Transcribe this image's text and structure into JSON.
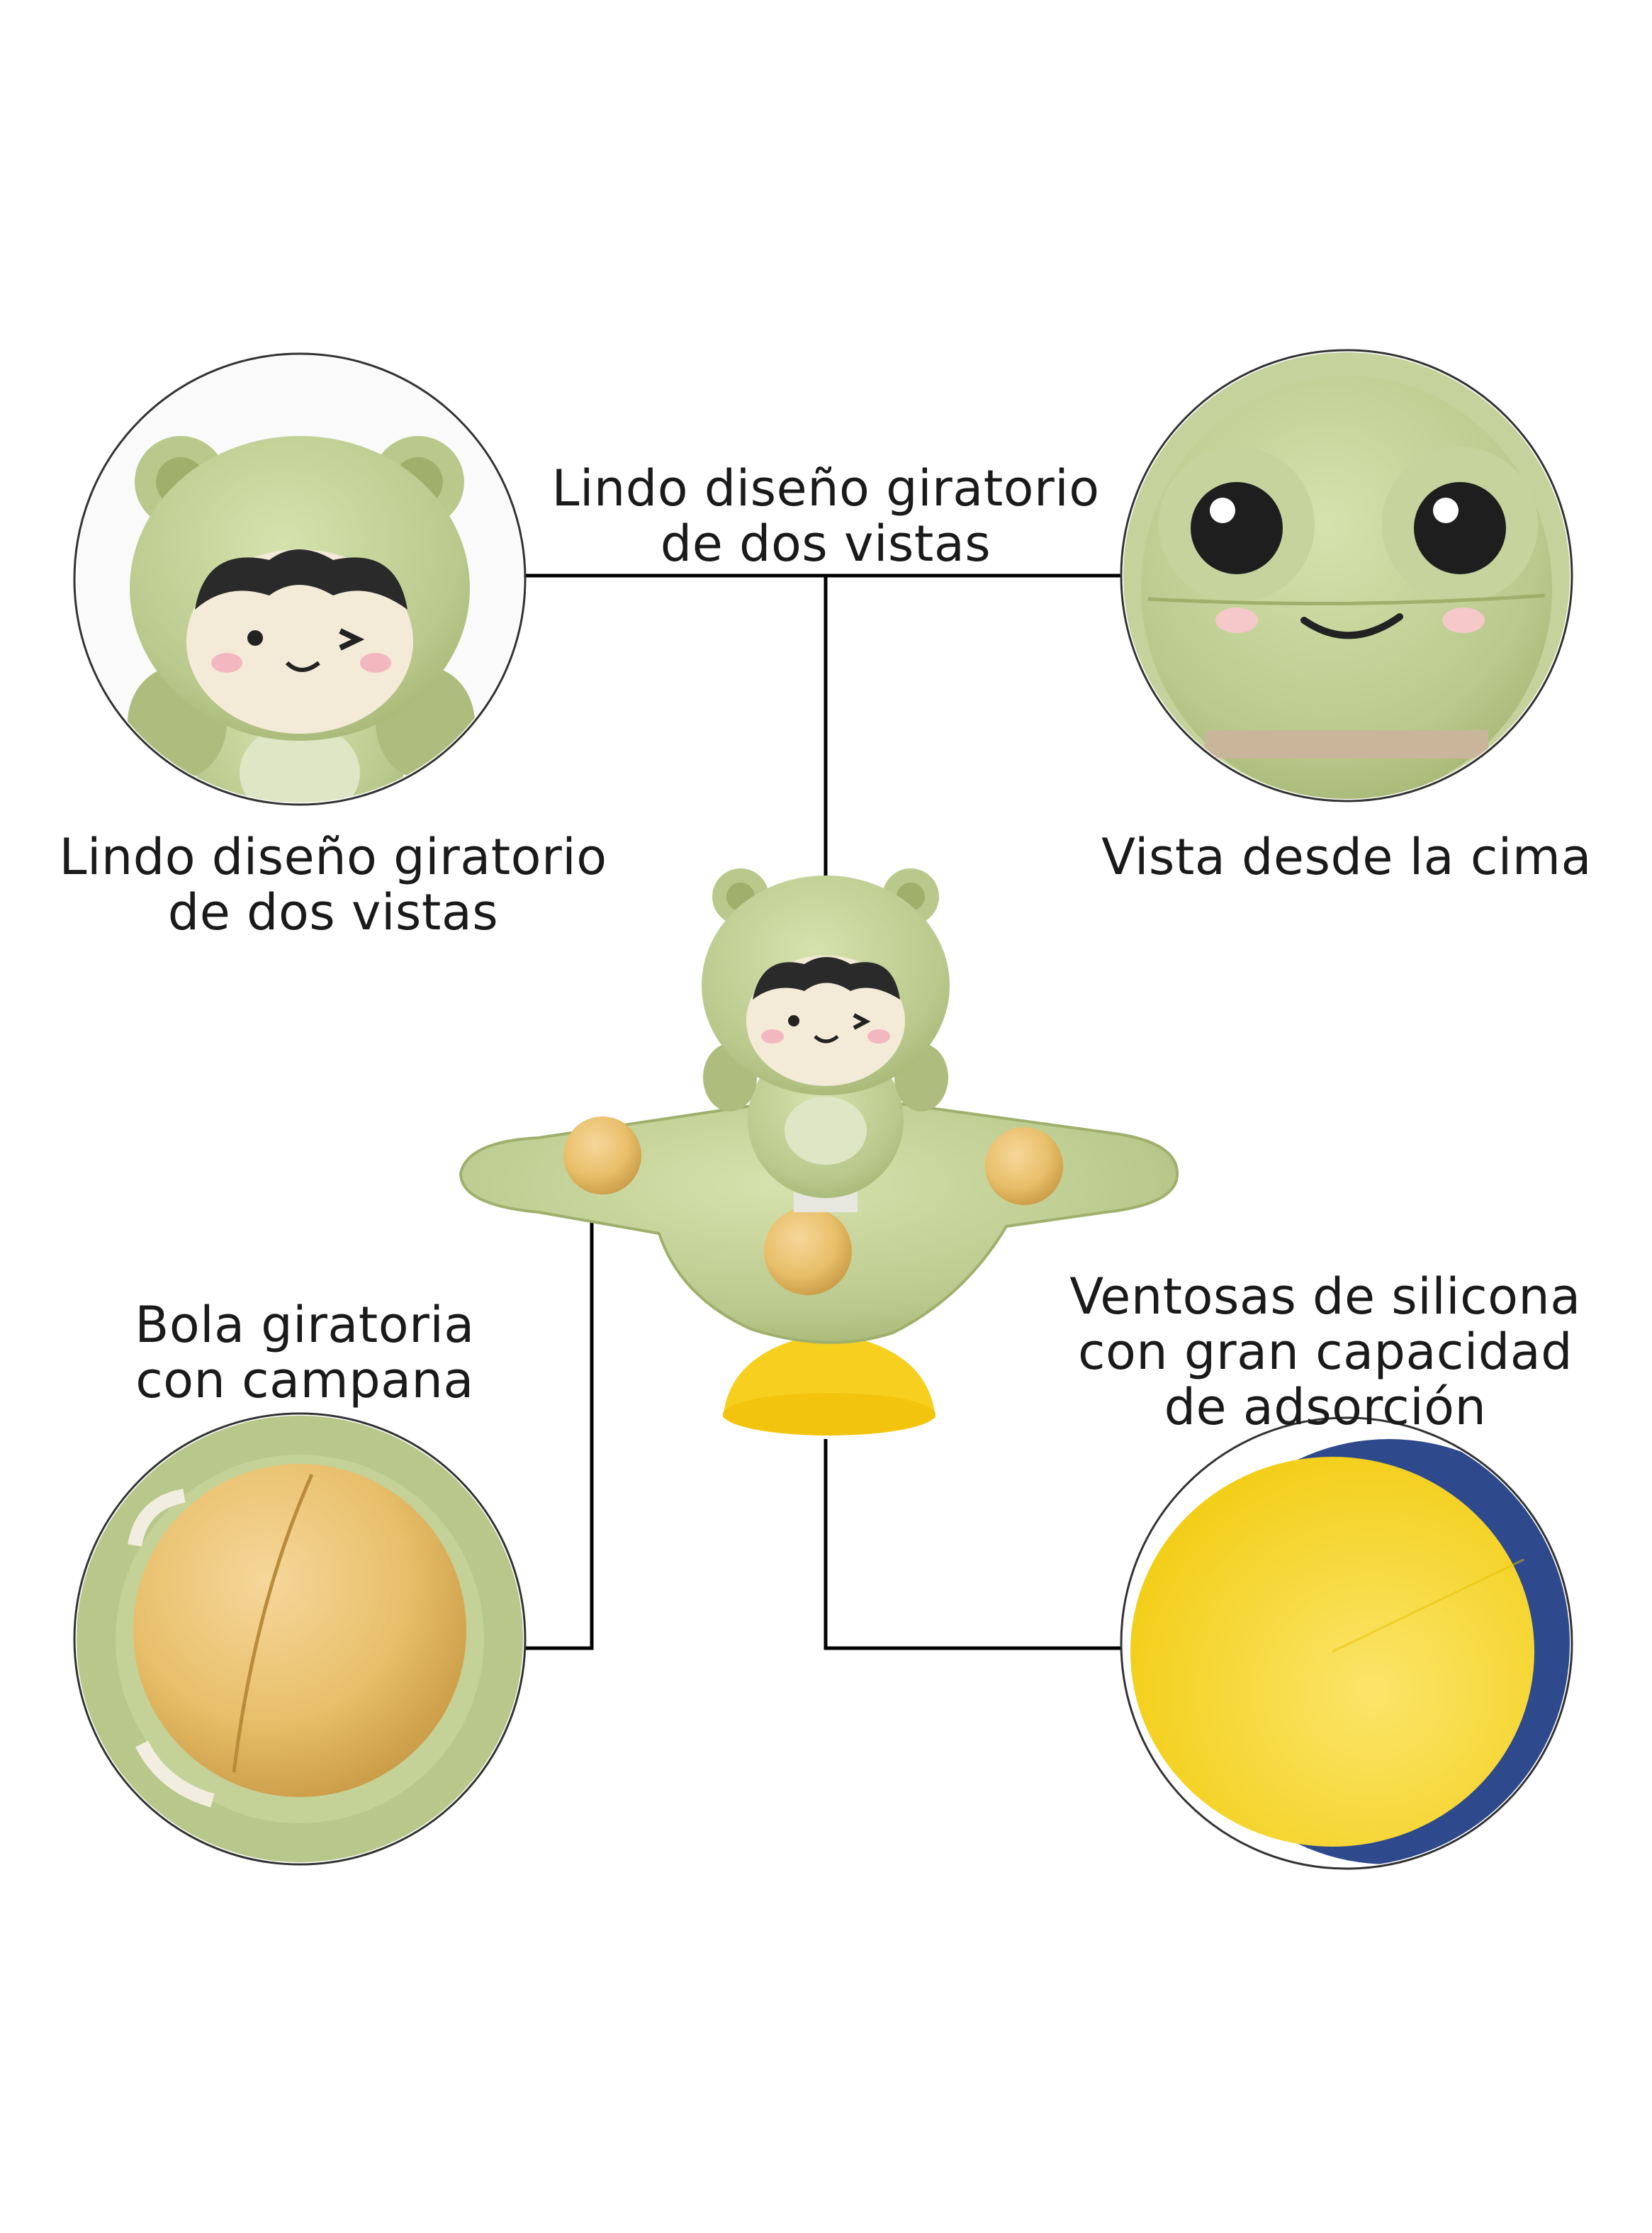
{
  "labels": {
    "top_center": {
      "line1": "Lindo diseño giratorio",
      "line2": "de dos vistas"
    },
    "left_upper": {
      "line1": "Lindo diseño giratorio",
      "line2": "de dos vistas"
    },
    "right_upper": {
      "line1": "Vista desde la cima"
    },
    "left_lower": {
      "line1": "Bola giratoria",
      "line2": "con campana"
    },
    "right_lower": {
      "line1": "Ventosas de silicona",
      "line2": "con gran capacidad",
      "line3": "de adsorción"
    }
  },
  "colors": {
    "toy_green": "#b9c98c",
    "toy_green_dark": "#9fb06c",
    "ball_yellow": "#e8c170",
    "suction_yellow": "#f7d21e",
    "suction_blue": "#2e4a8c",
    "leader_line": "#000000"
  }
}
